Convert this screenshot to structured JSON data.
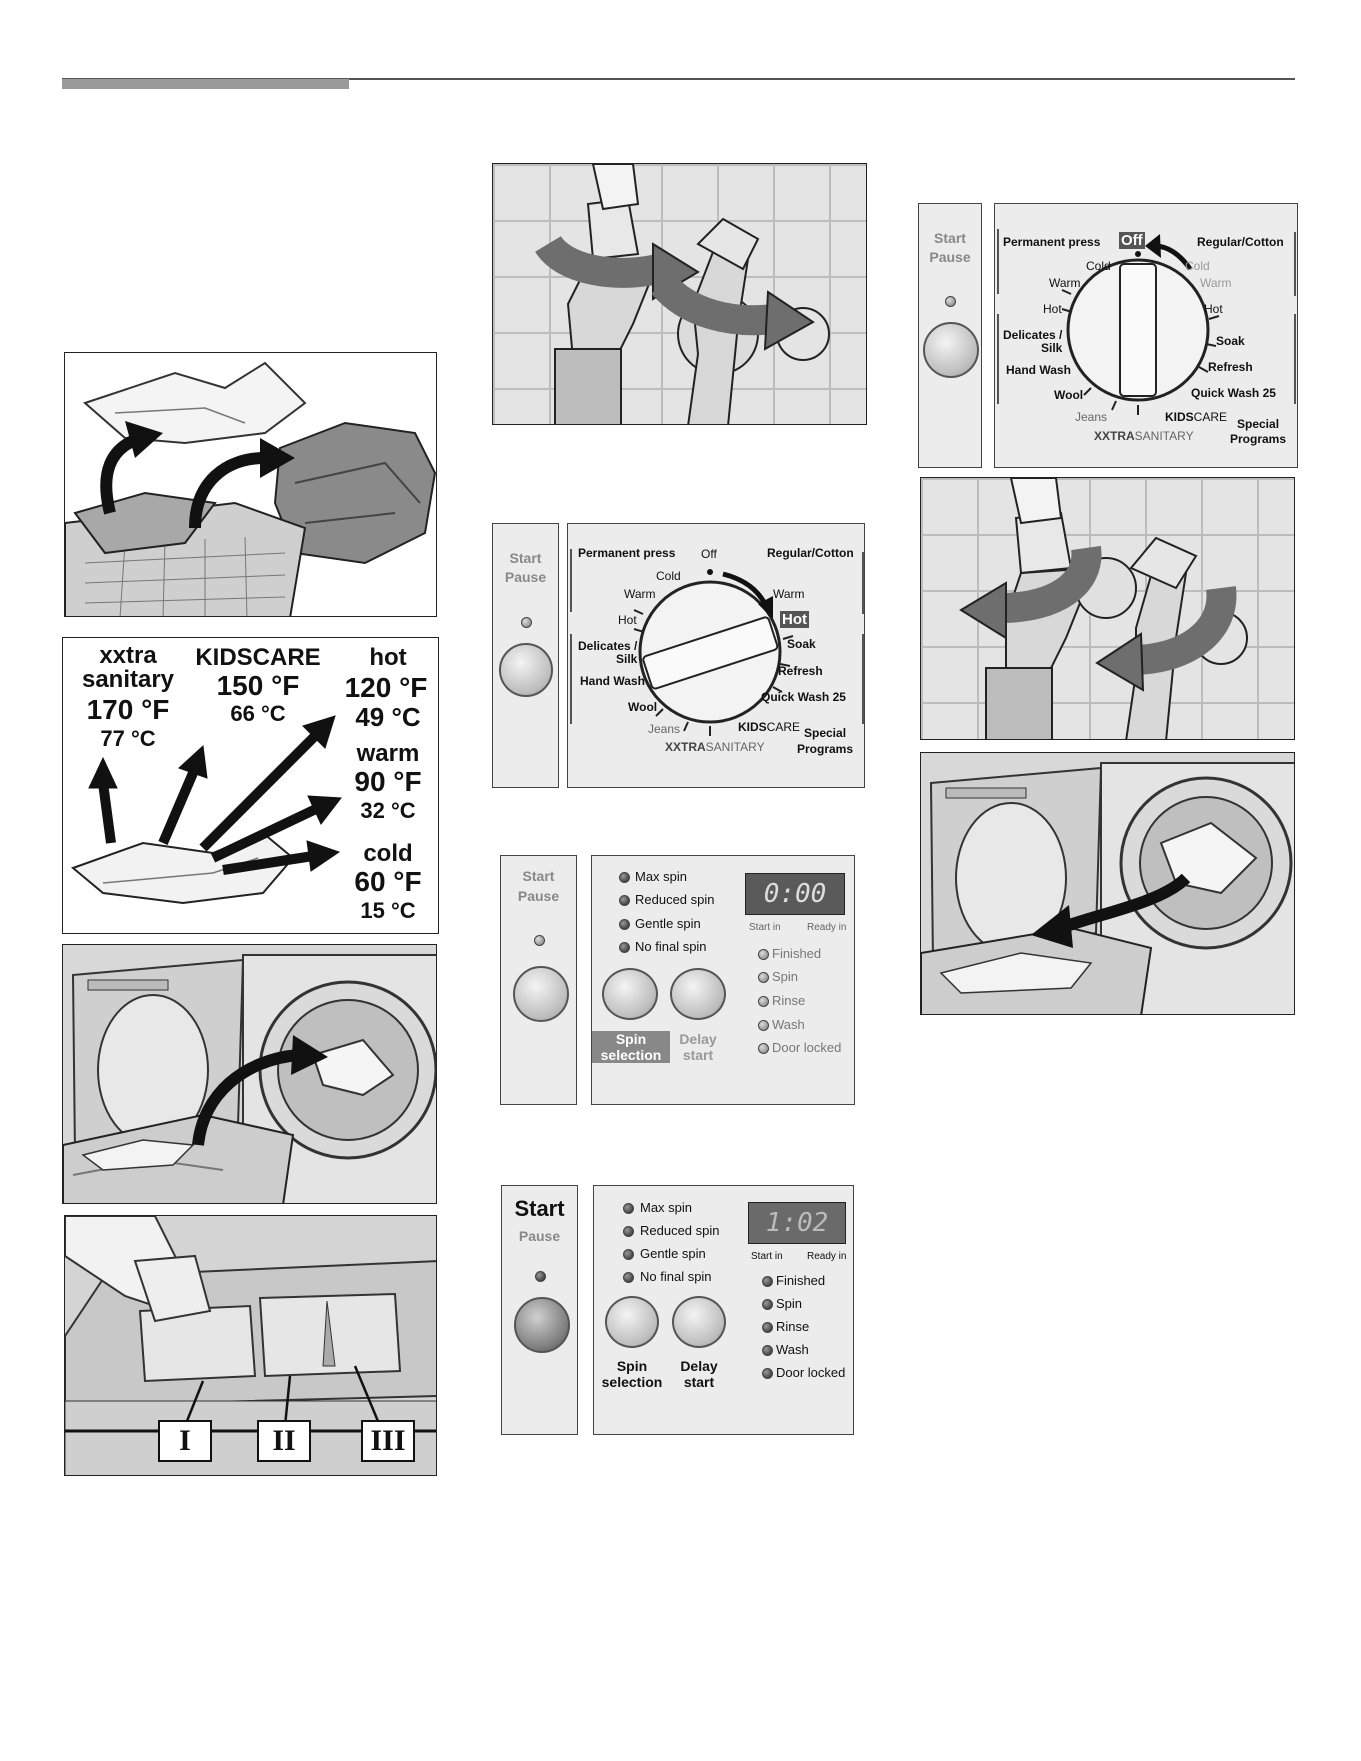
{
  "temperature_panel": {
    "xxtra": {
      "line1": "xxtra",
      "line2": "sanitary",
      "f": "170 °F",
      "c": "77 °C"
    },
    "kidscare": {
      "line1": "KIDSCARE",
      "f": "150 °F",
      "c": "66 °C"
    },
    "hot": {
      "line1": "hot",
      "f": "120 °F",
      "c": "49 °C"
    },
    "warm": {
      "line1": "warm",
      "f": "90 °F",
      "c": "32 °C"
    },
    "cold": {
      "line1": "cold",
      "f": "60 °F",
      "c": "15 °C"
    }
  },
  "dial": {
    "programs_left": [
      "Permanent press",
      "Delicates /",
      "Silk",
      "Hand Wash",
      "Wool",
      "Jeans"
    ],
    "temps_left": [
      "Cold",
      "Warm",
      "Hot"
    ],
    "off_label": "Off",
    "regular_label": "Regular/Cotton",
    "temps_right": [
      "Cold",
      "Warm",
      "Hot"
    ],
    "programs_right": [
      "Soak",
      "Refresh",
      "Quick Wash 25"
    ],
    "kidscare_bold": "KIDS",
    "kidscare_rest": "CARE",
    "special_line1": "Special",
    "special_line2": "Programs",
    "xxtra_bold": "XXTRA",
    "xxtra_rest": "SANITARY"
  },
  "start_strip": {
    "start": "Start",
    "pause": "Pause"
  },
  "options_panel": {
    "spin_options": [
      "Max spin",
      "Reduced spin",
      "Gentle spin",
      "No final spin"
    ],
    "display_idle": "0:00",
    "display_running": "1:02",
    "start_in": "Start in",
    "ready_in": "Ready in",
    "status": [
      "Finished",
      "Spin",
      "Rinse",
      "Wash",
      "Door locked"
    ],
    "spin_button_line1": "Spin",
    "spin_button_line2": "selection",
    "delay_button_line1": "Delay",
    "delay_button_line2": "start"
  },
  "detergent_tags": [
    "I",
    "II",
    "III"
  ]
}
